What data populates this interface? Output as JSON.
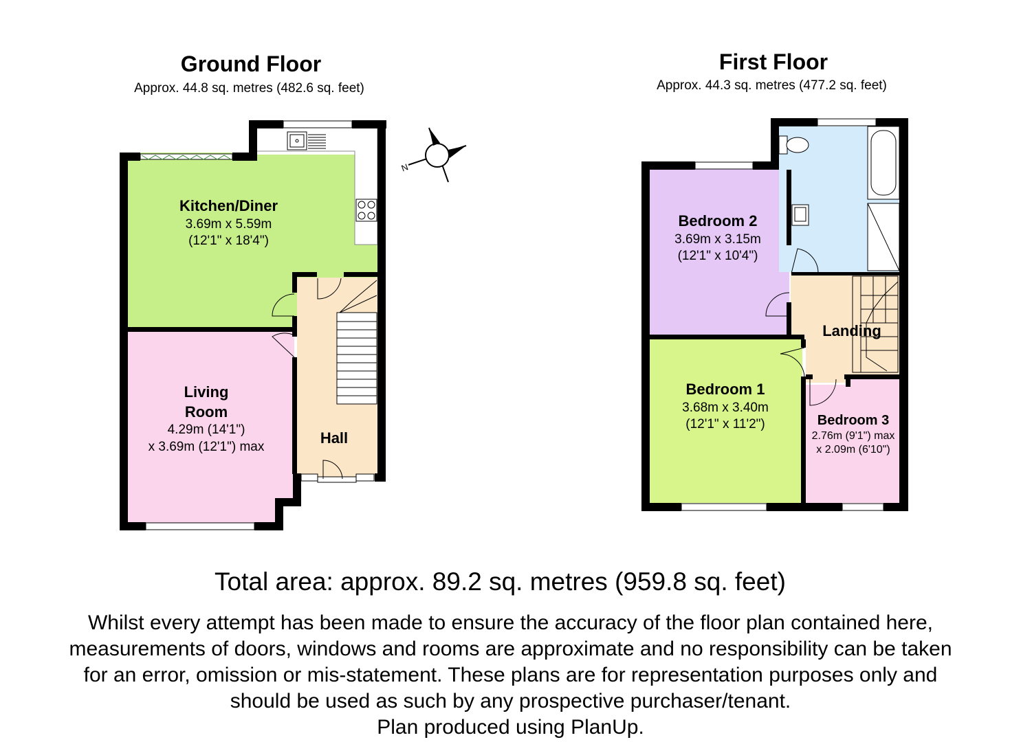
{
  "ground_floor": {
    "title": "Ground Floor",
    "area": "Approx. 44.8 sq. metres (482.6 sq. feet)",
    "rooms": {
      "kitchen": {
        "name": "Kitchen/Diner",
        "dim1": "3.69m x 5.59m",
        "dim2": "(12'1\" x 18'4\")",
        "color": "#c6ef8a"
      },
      "living": {
        "name1": "Living",
        "name2": "Room",
        "dim1": "4.29m (14'1\")",
        "dim2": "x 3.69m (12'1\") max",
        "color": "#fbd5ec"
      },
      "hall": {
        "name": "Hall",
        "color": "#fbe6c8"
      }
    }
  },
  "first_floor": {
    "title": "First Floor",
    "area": "Approx. 44.3 sq. metres (477.2 sq. feet)",
    "rooms": {
      "bedroom2": {
        "name": "Bedroom 2",
        "dim1": "3.69m x 3.15m",
        "dim2": "(12'1\" x 10'4\")",
        "color": "#e5c8f5"
      },
      "bedroom1": {
        "name": "Bedroom 1",
        "dim1": "3.68m x 3.40m",
        "dim2": "(12'1\" x 11'2\")",
        "color": "#d7f58a"
      },
      "bedroom3": {
        "name": "Bedroom 3",
        "dim1": "2.76m (9'1\") max",
        "dim2": "x 2.09m (6'10\")",
        "color": "#fbd5ec"
      },
      "landing": {
        "name": "Landing",
        "color": "#fbe6c8"
      },
      "bathroom": {
        "color": "#d4ebfb"
      }
    }
  },
  "compass": {
    "label": "N"
  },
  "total_area": "Total area: approx. 89.2 sq. metres (959.8 sq. feet)",
  "disclaimer": {
    "line1": "Whilst every attempt has been made to ensure the accuracy of the floor plan contained here,",
    "line2": "measurements of doors, windows and rooms are approximate and no responsibility can be taken",
    "line3": "for an error, omission or mis-statement. These plans are for representation purposes only and",
    "line4": "should be used as such by any prospective purchaser/tenant.",
    "line5": "Plan produced using PlanUp."
  }
}
